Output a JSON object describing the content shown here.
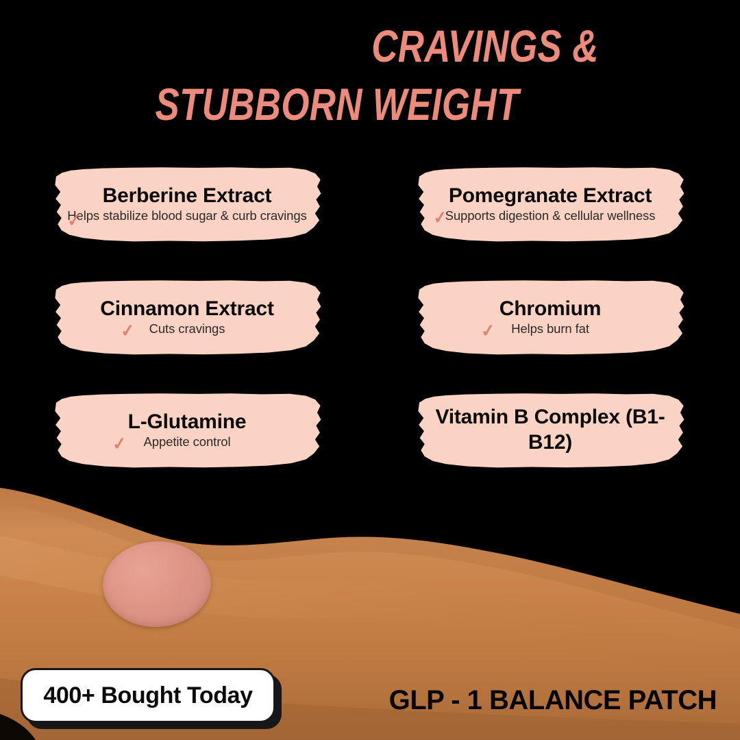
{
  "headline": {
    "line1": "CRAVINGS &",
    "line2": "STUBBORN WEIGHT",
    "color": "#EC8B7B"
  },
  "ingredients": {
    "highlight_color": "#FBD3C5",
    "check_color": "#E08273",
    "check_glyph": "✓",
    "items": [
      {
        "title": "Berberine Extract",
        "subtitle": "Helps stabilize blood sugar & curb cravings",
        "has_check": true
      },
      {
        "title": "Pomegranate Extract",
        "subtitle": "Supports digestion & cellular wellness",
        "has_check": true
      },
      {
        "title": "Cinnamon Extract",
        "subtitle": "Cuts cravings",
        "has_check": true
      },
      {
        "title": "Chromium",
        "subtitle": "Helps burn fat",
        "has_check": true
      },
      {
        "title": "L-Glutamine",
        "subtitle": "Appetite control",
        "has_check": true
      },
      {
        "title": "Vitamin B Complex (B1-B12)",
        "subtitle": "",
        "has_check": false
      }
    ]
  },
  "product_image": {
    "skin_color": "#C4804A",
    "skin_shadow": "#A8683A",
    "patch_color": "#DE9586",
    "alt": "forearm-with-patch"
  },
  "badge": {
    "text": "400+ Bought Today"
  },
  "brand": {
    "name": "GLP - 1 BALANCE PATCH"
  }
}
